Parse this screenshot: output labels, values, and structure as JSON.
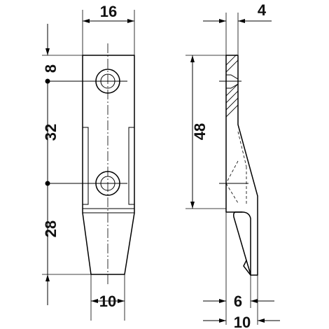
{
  "front_view": {
    "dims": {
      "width_top": "16",
      "hole_offset": "8",
      "hole_spacing": "32",
      "bottom_length": "28",
      "width_bottom": "10"
    }
  },
  "side_view": {
    "dims": {
      "thickness": "4",
      "height": "48",
      "bend_offset": "6",
      "total_depth": "10"
    }
  },
  "colors": {
    "line": "#000000",
    "background": "#ffffff"
  }
}
